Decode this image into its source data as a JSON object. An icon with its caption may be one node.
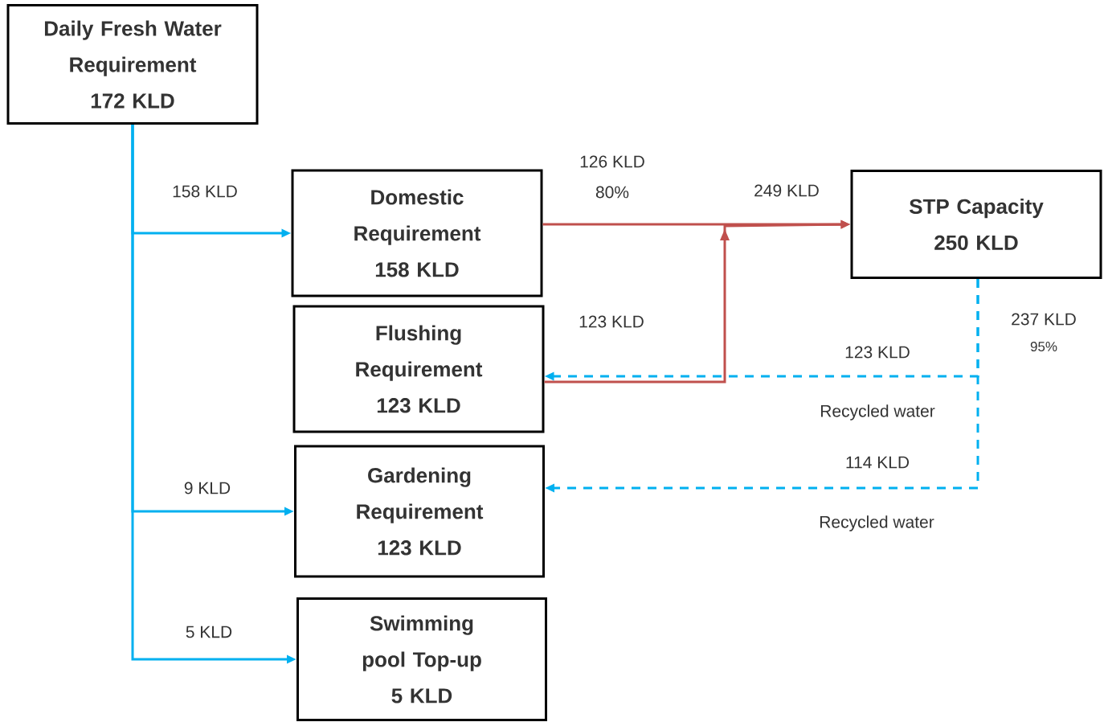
{
  "diagram": {
    "nodes": [
      {
        "text": [
          "Daily Fresh Water Requirement",
          "172 KLD"
        ]
      },
      {
        "text": [
          "Domestic Requirement",
          "158 KLD"
        ]
      },
      {
        "text": [
          "Flushing Requirement",
          "123 KLD"
        ]
      },
      {
        "text": [
          "Gardening Requirement",
          "123 KLD"
        ]
      },
      {
        "text": [
          "Swimming pool Top-up",
          "5 KLD"
        ]
      },
      {
        "text": [
          "STP Capacity",
          "250 KLD"
        ]
      }
    ],
    "edges": [
      {
        "from": 0,
        "to": 1,
        "arrow": "to",
        "label": "158 KLD"
      },
      {
        "from": 0,
        "to": 3,
        "arrow": "to",
        "label": "9 KLD"
      },
      {
        "from": 0,
        "to": 4,
        "arrow": "to",
        "label": "5 KLD"
      },
      {
        "from": 1,
        "to": 5,
        "arrow": "to",
        "label": "126 KLD",
        "color": "#c0504d"
      },
      {
        "from": 2,
        "to": 5,
        "arrow": "to",
        "label": "123 KLD",
        "color": "#c0504d"
      },
      {
        "from": 5,
        "to": 2,
        "arrow": "to",
        "label": "123 KLD",
        "style": "dashed"
      },
      {
        "from": 5,
        "to": 3,
        "arrow": "to",
        "label": "114 KLD",
        "style": "dashed"
      }
    ],
    "labels": [
      "80%",
      "249 KLD",
      "237 KLD",
      "95%",
      "Recycled water",
      "Recycled water"
    ]
  }
}
